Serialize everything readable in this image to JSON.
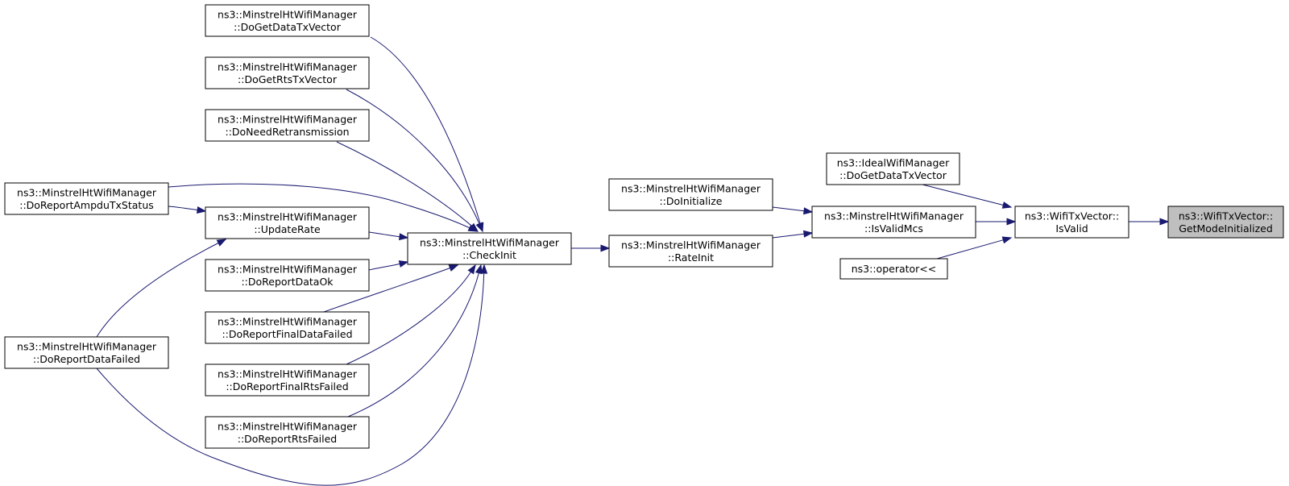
{
  "colors": {
    "edge": "#191970",
    "node_fill": "#ffffff",
    "focus_fill": "#bfbfbf",
    "border": "#000000"
  },
  "nodes": [
    {
      "id": "doGetDataTxVector",
      "lines": [
        "ns3::MinstrelHtWifiManager",
        "::DoGetDataTxVector"
      ]
    },
    {
      "id": "doGetRtsTxVector",
      "lines": [
        "ns3::MinstrelHtWifiManager",
        "::DoGetRtsTxVector"
      ]
    },
    {
      "id": "doNeedRetransmission",
      "lines": [
        "ns3::MinstrelHtWifiManager",
        "::DoNeedRetransmission"
      ]
    },
    {
      "id": "doReportAmpduTxStatus",
      "lines": [
        "ns3::MinstrelHtWifiManager",
        "::DoReportAmpduTxStatus"
      ]
    },
    {
      "id": "updateRate",
      "lines": [
        "ns3::MinstrelHtWifiManager",
        "::UpdateRate"
      ]
    },
    {
      "id": "doReportDataOk",
      "lines": [
        "ns3::MinstrelHtWifiManager",
        "::DoReportDataOk"
      ]
    },
    {
      "id": "doReportFinalDataFailed",
      "lines": [
        "ns3::MinstrelHtWifiManager",
        "::DoReportFinalDataFailed"
      ]
    },
    {
      "id": "doReportDataFailed",
      "lines": [
        "ns3::MinstrelHtWifiManager",
        "::DoReportDataFailed"
      ]
    },
    {
      "id": "doReportFinalRtsFailed",
      "lines": [
        "ns3::MinstrelHtWifiManager",
        "::DoReportFinalRtsFailed"
      ]
    },
    {
      "id": "doReportRtsFailed",
      "lines": [
        "ns3::MinstrelHtWifiManager",
        "::DoReportRtsFailed"
      ]
    },
    {
      "id": "checkInit",
      "lines": [
        "ns3::MinstrelHtWifiManager",
        "::CheckInit"
      ]
    },
    {
      "id": "doInitialize",
      "lines": [
        "ns3::MinstrelHtWifiManager",
        "::DoInitialize"
      ]
    },
    {
      "id": "rateInit",
      "lines": [
        "ns3::MinstrelHtWifiManager",
        "::RateInit"
      ]
    },
    {
      "id": "idealDoGetDataTxVector",
      "lines": [
        "ns3::IdealWifiManager",
        "::DoGetDataTxVector"
      ]
    },
    {
      "id": "isValidMcs",
      "lines": [
        "ns3::MinstrelHtWifiManager",
        "::IsValidMcs"
      ]
    },
    {
      "id": "operatorShift",
      "lines": [
        "ns3::operator<<"
      ]
    },
    {
      "id": "isValid",
      "lines": [
        "ns3::WifiTxVector::",
        "IsValid"
      ]
    },
    {
      "id": "getModeInitialized",
      "lines": [
        "ns3::WifiTxVector::",
        "GetModeInitialized"
      ],
      "focus": true
    }
  ],
  "edges": [
    {
      "from": "doGetDataTxVector",
      "to": "checkInit"
    },
    {
      "from": "doGetRtsTxVector",
      "to": "checkInit"
    },
    {
      "from": "doNeedRetransmission",
      "to": "checkInit"
    },
    {
      "from": "doReportAmpduTxStatus",
      "to": "checkInit"
    },
    {
      "from": "doReportAmpduTxStatus",
      "to": "updateRate"
    },
    {
      "from": "updateRate",
      "to": "checkInit"
    },
    {
      "from": "doReportDataOk",
      "to": "checkInit"
    },
    {
      "from": "doReportFinalDataFailed",
      "to": "checkInit"
    },
    {
      "from": "doReportFinalRtsFailed",
      "to": "checkInit"
    },
    {
      "from": "doReportRtsFailed",
      "to": "checkInit"
    },
    {
      "from": "doReportDataFailed",
      "to": "updateRate"
    },
    {
      "from": "doReportDataFailed",
      "to": "checkInit"
    },
    {
      "from": "checkInit",
      "to": "rateInit"
    },
    {
      "from": "doInitialize",
      "to": "isValidMcs"
    },
    {
      "from": "rateInit",
      "to": "isValidMcs"
    },
    {
      "from": "idealDoGetDataTxVector",
      "to": "isValid"
    },
    {
      "from": "isValidMcs",
      "to": "isValid"
    },
    {
      "from": "operatorShift",
      "to": "isValid"
    },
    {
      "from": "isValid",
      "to": "getModeInitialized"
    }
  ]
}
